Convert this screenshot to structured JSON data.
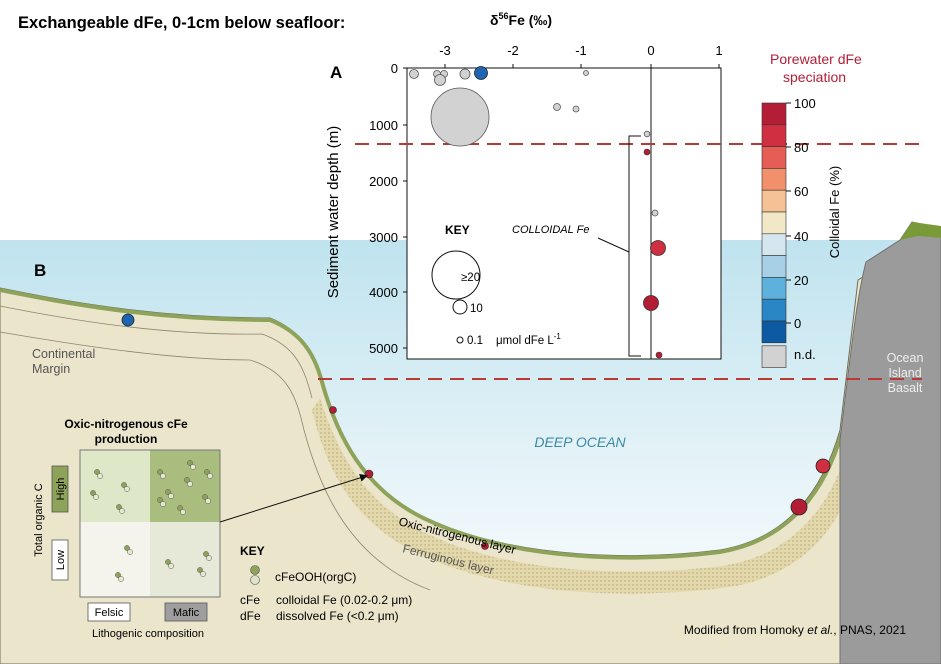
{
  "title": "Exchangeable dFe, 0-1cm below seafloor:",
  "credit": {
    "prefix": "Modified from Homoky ",
    "italic": "et al.",
    "suffix": ", PNAS, 2021"
  },
  "panel_a": {
    "letter": "A",
    "x_axis_label": {
      "main": "δ",
      "sup": "56",
      "rest": "Fe  (‰)"
    },
    "x_ticks": [
      "-3",
      "-2",
      "-1",
      "0",
      "1"
    ],
    "y_axis_label": "Sediment water depth (m)",
    "y_ticks": [
      "0",
      "1000",
      "2000",
      "3000",
      "4000",
      "5000"
    ],
    "key_title": "KEY",
    "key_sizes": [
      "≥20",
      "10"
    ],
    "key_small_label": "0.1",
    "key_unit": {
      "main": "μmol dFe L",
      "sup": "-1"
    },
    "colloidal_label": "COLLOIDAL Fe"
  },
  "colorbar": {
    "title_line1": "Porewater dFe",
    "title_line2": "speciation",
    "axis_label": "Colloidal Fe (%)",
    "ticks": [
      "100",
      "80",
      "60",
      "40",
      "20",
      "0",
      "n.d."
    ],
    "colors": [
      "#b41d36",
      "#d02f42",
      "#e55d55",
      "#f1906a",
      "#f6c195",
      "#f2e7c7",
      "#d6e6ee",
      "#a7d0e7",
      "#5eb1dc",
      "#2b86c6",
      "#0d5aa3",
      "#d2d2d2"
    ]
  },
  "panel_b": {
    "letter": "B",
    "continental_margin": [
      "Continental",
      "Margin"
    ],
    "ocean_island_basalt": [
      "Ocean",
      "Island",
      "Basalt"
    ],
    "deep_ocean": "DEEP OCEAN",
    "oxic_layer": "Oxic-nitrogenous layer",
    "ferruginous_layer": "Ferruginous layer"
  },
  "inset": {
    "title_line1": "Oxic-nitrogenous cFe",
    "title_line2": "production",
    "y_axis": "Total organic C",
    "high": "High",
    "low": "Low",
    "felsic": "Felsic",
    "mafic": "Mafic",
    "x_axis": "Lithogenic composition"
  },
  "bottom_key": {
    "title": "KEY",
    "symbol_label": "cFeOOH(orgC)",
    "rows": [
      {
        "abbr": "cFe",
        "text": "colloidal Fe (0.02-0.2 μm)"
      },
      {
        "abbr": "dFe",
        "text": "dissolved Fe (<0.2 μm)"
      }
    ]
  },
  "colors": {
    "sea": "#bfe3ef",
    "sediment": "#e8e2c8",
    "rock": "#999999",
    "threshold_line": "#b83a36",
    "deep_ocean_text": "#3a8aa6"
  }
}
